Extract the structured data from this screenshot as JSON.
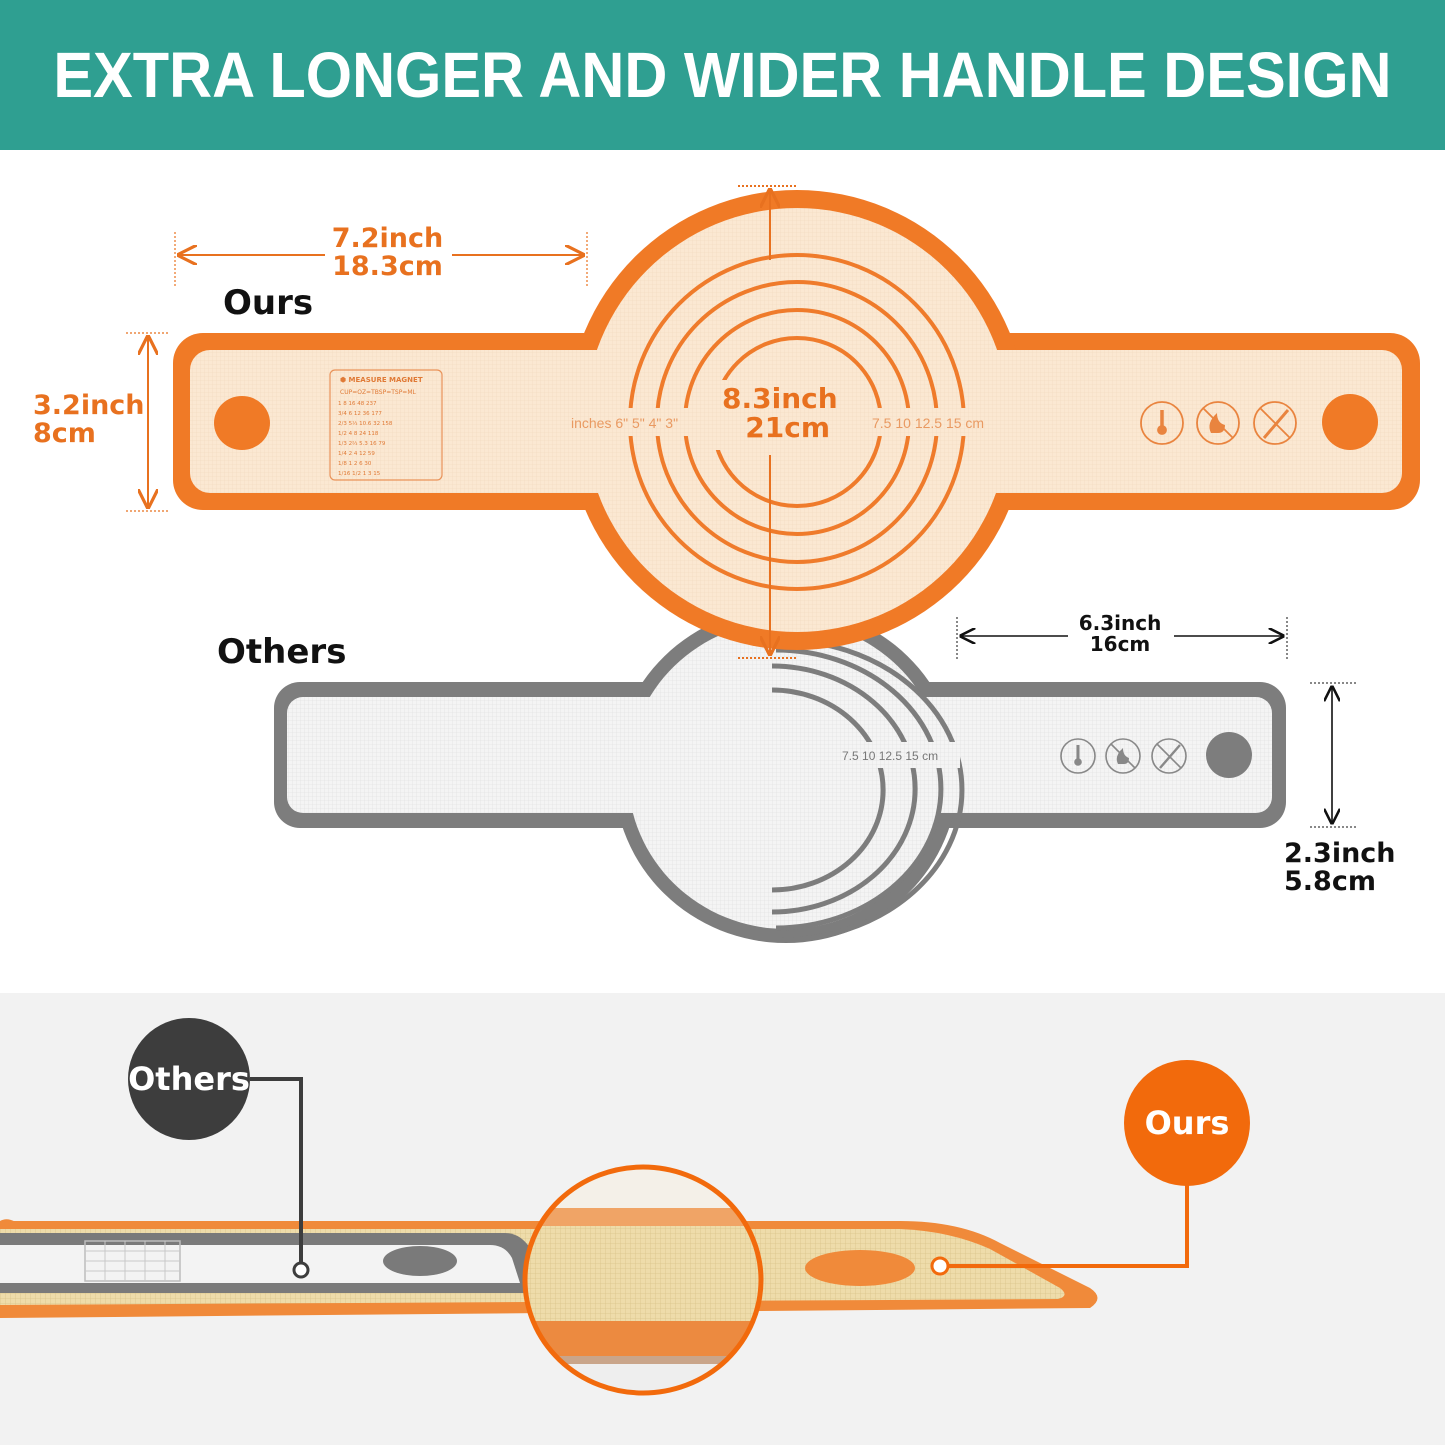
{
  "banner": {
    "title": "EXTRA LONGER AND WIDER HANDLE DESIGN",
    "bg_color": "#2f9f91"
  },
  "ours_mat": {
    "label": "Ours",
    "handle_length": {
      "inch": "7.2inch",
      "cm": "18.3cm"
    },
    "handle_width": {
      "inch": "3.2inch",
      "cm": "8cm"
    },
    "diameter": {
      "inch": "8.3inch",
      "cm": "21cm"
    },
    "inches_scale": [
      "inches",
      "6\"",
      "5\"",
      "4\"",
      "3\""
    ],
    "cm_scale": [
      "7.5",
      "10",
      "12.5",
      "15",
      "cm"
    ],
    "measure_table": {
      "title": "MEASURE MAGNET",
      "header": "CUP=OZ=TBSP=TSP=ML",
      "rows": [
        [
          "1",
          "8",
          "16",
          "48",
          "237"
        ],
        [
          "3/4",
          "6",
          "12",
          "36",
          "177"
        ],
        [
          "2/3",
          "5⅓",
          "10.6",
          "32",
          "158"
        ],
        [
          "1/2",
          "4",
          "8",
          "24",
          "118"
        ],
        [
          "1/3",
          "2⅔",
          "5.3",
          "16",
          "79"
        ],
        [
          "1/4",
          "2",
          "4",
          "12",
          "59"
        ],
        [
          "1/8",
          "1",
          "2",
          "6",
          "30"
        ],
        [
          "1/16",
          "1/2",
          "1",
          "3",
          "15"
        ]
      ]
    },
    "icons": [
      "temperature-icon",
      "no-fire-icon",
      "no-knife-icon"
    ],
    "color": "#f07a26"
  },
  "others_mat": {
    "label": "Others",
    "handle_length": {
      "inch": "6.3inch",
      "cm": "16cm"
    },
    "handle_width": {
      "inch": "2.3inch",
      "cm": "5.8cm"
    },
    "cm_scale": "7.5  10 12.5  15  cm",
    "icons": [
      "temperature-icon",
      "no-fire-icon",
      "no-knife-icon"
    ],
    "color": "#7d7d7d"
  },
  "comparison": {
    "others_bubble": "Others",
    "ours_bubble": "Ours",
    "others_color": "#3d3d3d",
    "ours_color": "#f26a0c"
  }
}
